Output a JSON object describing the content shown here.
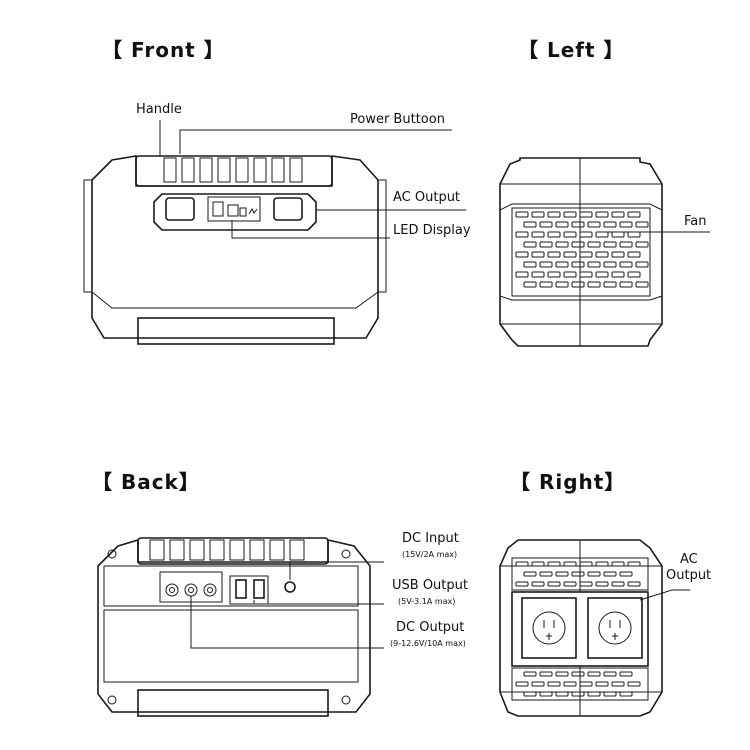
{
  "views": {
    "front": {
      "title": "【 Front 】",
      "labels": {
        "handle": "Handle",
        "power_button": "Power Buttoon",
        "ac_output": "AC Output",
        "led_display": "LED Display"
      }
    },
    "left": {
      "title": "【 Left 】",
      "labels": {
        "fan": "Fan"
      }
    },
    "back": {
      "title": "【 Back】",
      "labels": {
        "dc_input": "DC Input",
        "dc_input_spec": "(15V/2A max)",
        "usb_output": "USB Output",
        "usb_output_spec": "(5V-3.1A max)",
        "dc_output": "DC Output",
        "dc_output_spec": "(9-12.6V/10A max)"
      }
    },
    "right": {
      "title": "【 Right】",
      "labels": {
        "ac_output_line1": "AC",
        "ac_output_line2": "Output"
      }
    }
  }
}
